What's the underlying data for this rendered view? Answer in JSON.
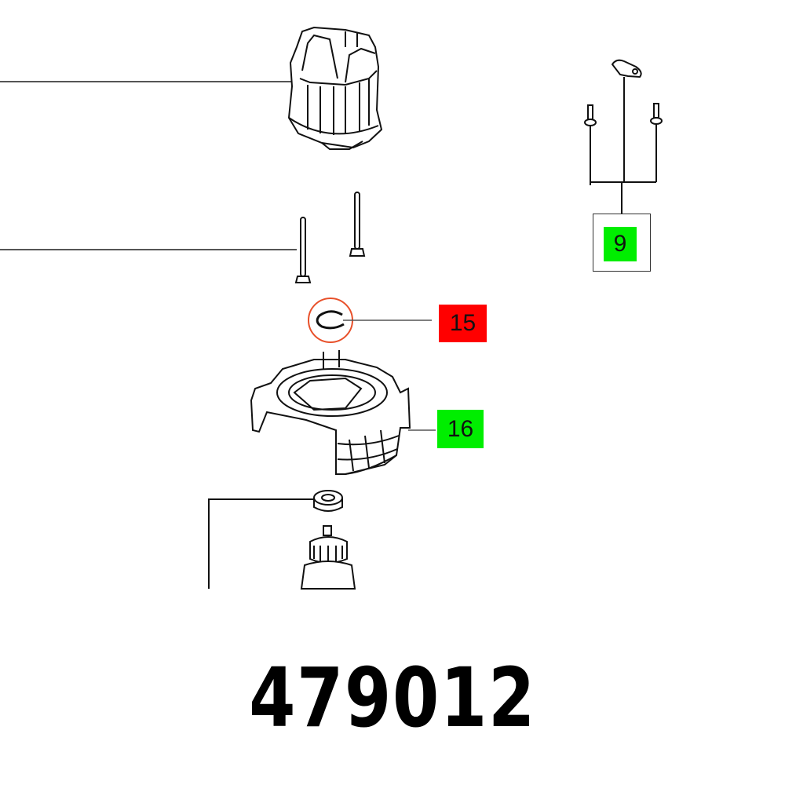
{
  "diagram": {
    "type": "exploded-parts-diagram",
    "part_number": "479012",
    "callouts": [
      {
        "id": "9",
        "label": "9",
        "color": "#00ee00",
        "state": "available"
      },
      {
        "id": "15",
        "label": "15",
        "color": "#ff0000",
        "state": "highlighted"
      },
      {
        "id": "16",
        "label": "16",
        "color": "#00ee00",
        "state": "available"
      }
    ],
    "highlight_ring_color": "#e8502a",
    "parts": [
      {
        "name": "motor-housing-field-coil"
      },
      {
        "name": "long-screws"
      },
      {
        "name": "retaining-ring"
      },
      {
        "name": "fan-guide-housing"
      },
      {
        "name": "ball-bearing"
      },
      {
        "name": "armature"
      },
      {
        "name": "cable-clamp-with-screws"
      }
    ]
  }
}
